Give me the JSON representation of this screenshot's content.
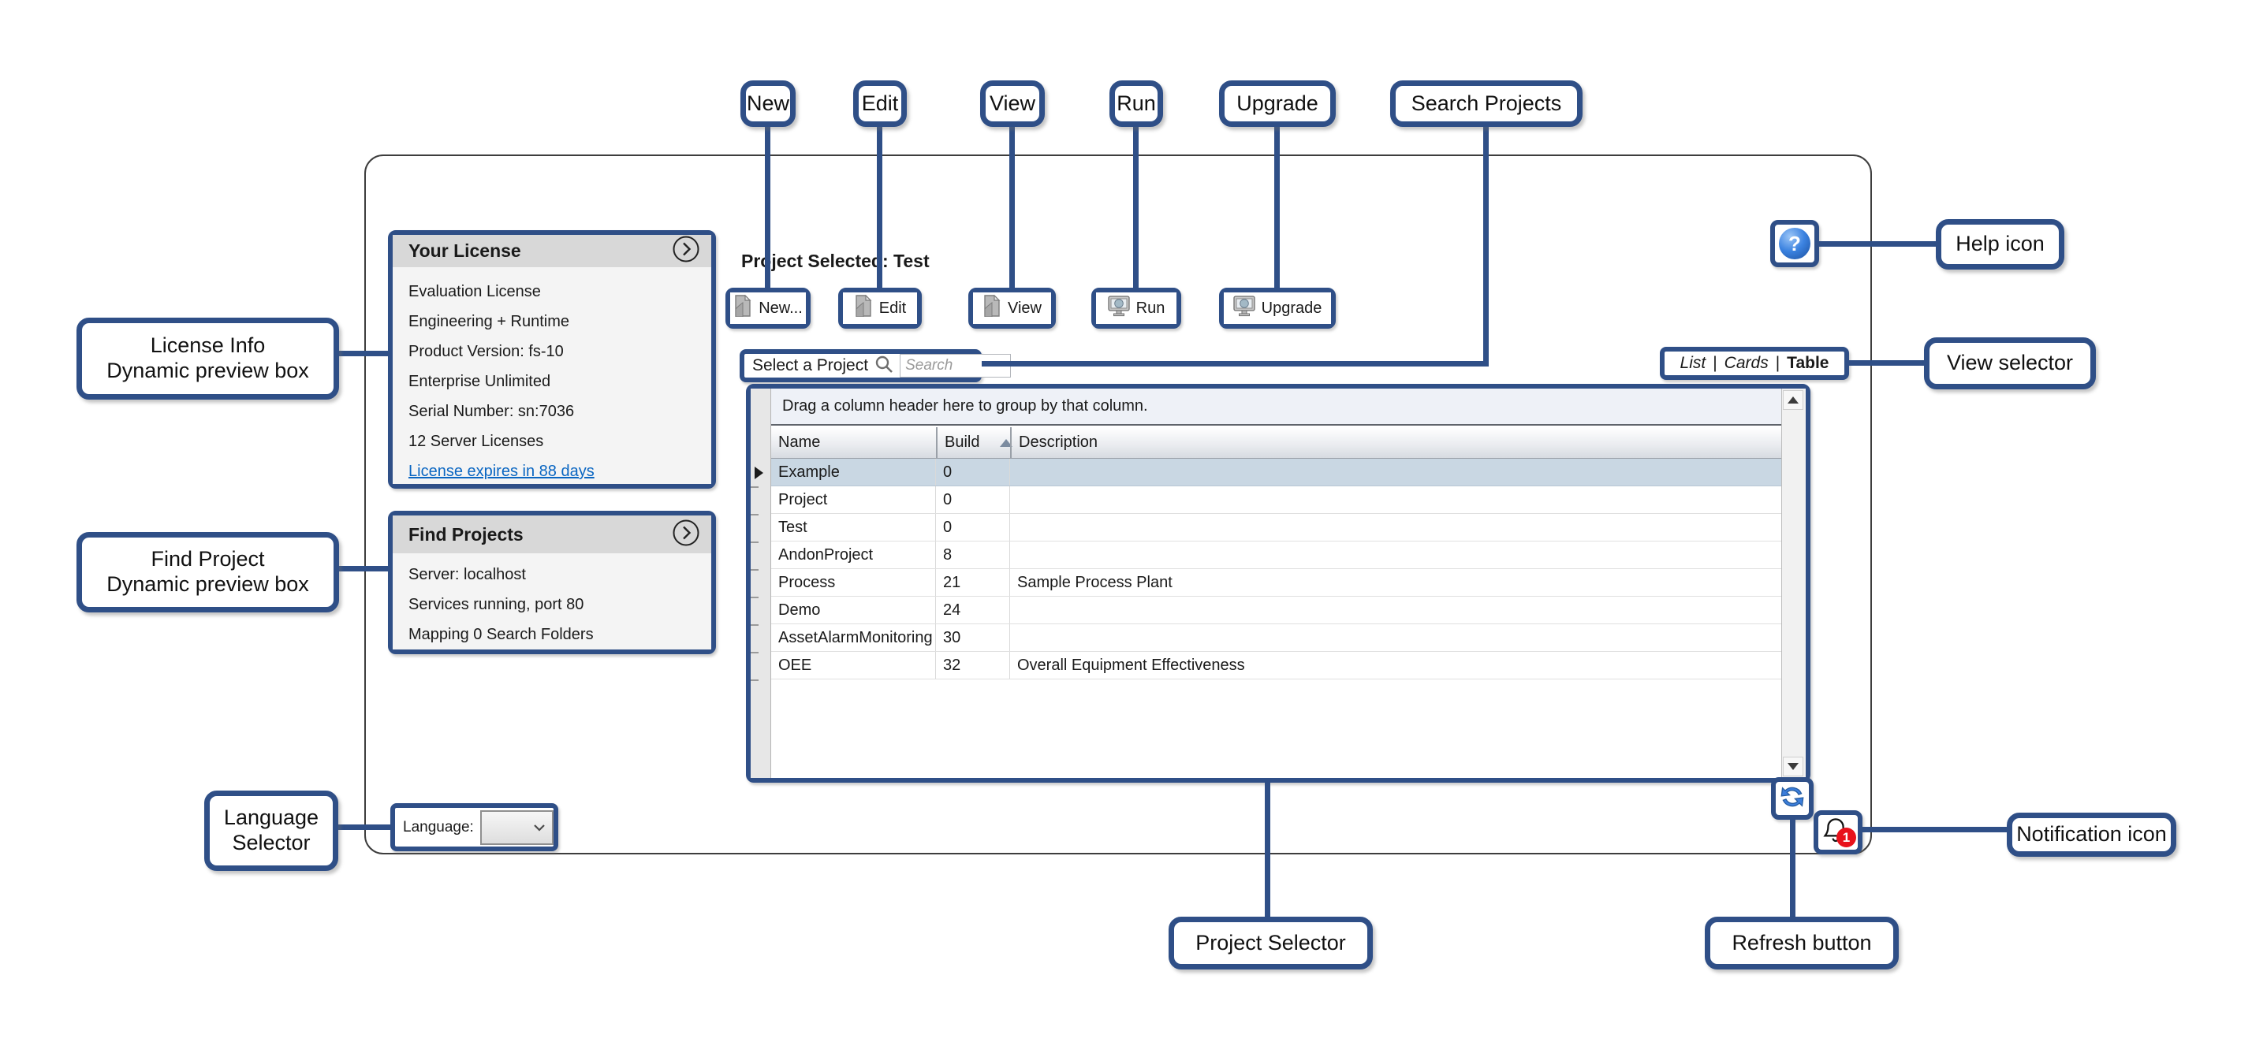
{
  "window": {
    "license_panel": {
      "title": "Your License",
      "items": [
        "Evaluation License",
        "Engineering + Runtime",
        "Product Version: fs-10",
        "Enterprise Unlimited",
        "Serial Number: sn:7036",
        "12 Server Licenses"
      ],
      "expiry_link": "License expires in 88 days"
    },
    "find_panel": {
      "title": "Find Projects",
      "items": [
        "Server: localhost",
        "Services running, port 80",
        "Mapping 0 Search Folders"
      ]
    },
    "selected_project": "Project Selected: Test",
    "toolbar": [
      {
        "label": "New...",
        "icon": "document-icon"
      },
      {
        "label": "Edit",
        "icon": "document-icon"
      },
      {
        "label": "View",
        "icon": "document-icon"
      },
      {
        "label": "Run",
        "icon": "monitor-icon"
      },
      {
        "label": "Upgrade",
        "icon": "monitor-icon"
      }
    ],
    "search": {
      "label": "Select a Project",
      "placeholder": "Search"
    },
    "view_selector": {
      "options": [
        "List",
        "Cards",
        "Table"
      ],
      "separator": "|",
      "active": "Table"
    },
    "grid": {
      "drag_hint": "Drag a column header here to group by that column.",
      "columns": {
        "name": "Name",
        "build": "Build",
        "description": "Description"
      },
      "sort": {
        "column": "Build",
        "direction": "ascending"
      },
      "rows": [
        {
          "name": "Example",
          "build": "0",
          "description": ""
        },
        {
          "name": "Project",
          "build": "0",
          "description": ""
        },
        {
          "name": "Test",
          "build": "0",
          "description": ""
        },
        {
          "name": "AndonProject",
          "build": "8",
          "description": ""
        },
        {
          "name": "Process",
          "build": "21",
          "description": "Sample Process Plant"
        },
        {
          "name": "Demo",
          "build": "24",
          "description": ""
        },
        {
          "name": "AssetAlarmMonitoring",
          "build": "30",
          "description": ""
        },
        {
          "name": "OEE",
          "build": "32",
          "description": "Overall Equipment Effectiveness"
        }
      ],
      "selected_row": "Example"
    },
    "language": {
      "label": "Language:",
      "value": ""
    },
    "help_glyph": "?",
    "notification_count": "1"
  },
  "callouts": {
    "new": "New",
    "edit": "Edit",
    "view": "View",
    "run": "Run",
    "upgrade": "Upgrade",
    "search_projects": "Search Projects",
    "help": "Help icon",
    "view_selector": "View selector",
    "notification": "Notification icon",
    "refresh": "Refresh button",
    "project_selector": "Project Selector",
    "license_line1": "License Info",
    "license_line2": "Dynamic preview box",
    "find_line1": "Find Project",
    "find_line2": "Dynamic preview box",
    "language_line1": "Language",
    "language_line2": "Selector"
  },
  "colors": {
    "accent_navy": "#2f4f87",
    "selected_row": "#c9d7e3",
    "link_blue": "#0a66c2",
    "help_blue": "#2f6fd0",
    "badge_red": "#e8111b"
  }
}
